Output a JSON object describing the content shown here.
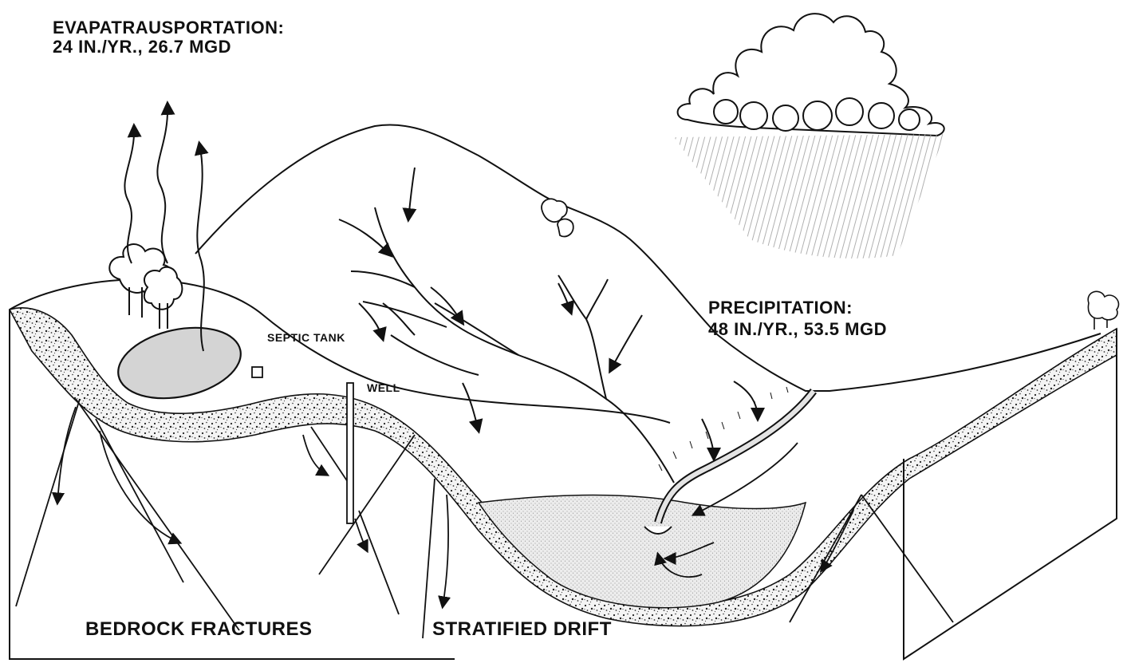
{
  "labels": {
    "evapotranspiration_title": "EVAPATRAUSPORTATION:",
    "evapotranspiration_value": "24 IN./YR., 26.7 MGD",
    "precipitation_title": "PRECIPITATION:",
    "precipitation_value": "48 IN./YR., 53.5 MGD",
    "septic_tank": "SEPTIC TANK",
    "well": "WELL",
    "bedrock_fractures": "BEDROCK FRACTURES",
    "stratified_drift": "STRATIFIED DRIFT"
  },
  "colors": {
    "ink": "#111111",
    "paper": "#ffffff",
    "lake_fill": "#d4d4d4",
    "drift_fill": "#e4e4e4",
    "rain": "#9a9a9a"
  }
}
